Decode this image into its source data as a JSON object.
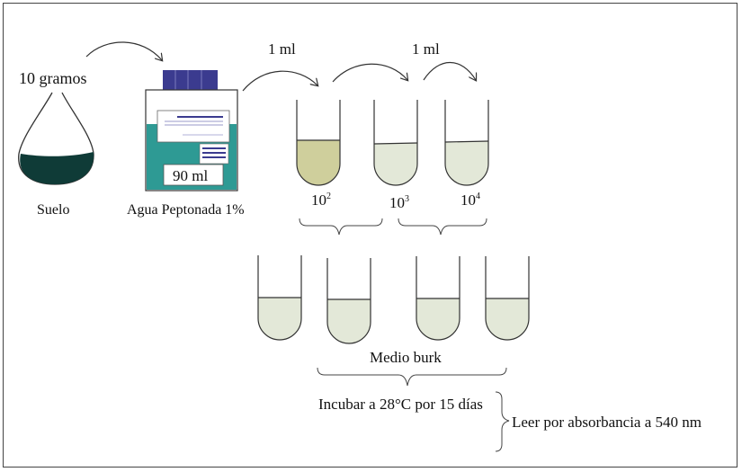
{
  "labels": {
    "soil_mass": "10 gramos",
    "soil": "Suelo",
    "peptone_volume": "90 ml",
    "peptone_water": "Agua Peptonada 1%",
    "transfer_1": "1 ml",
    "transfer_2": "1 ml",
    "dilution_2_base": "10",
    "dilution_2_exp": "2",
    "dilution_3_base": "10",
    "dilution_3_exp": "3",
    "dilution_4_base": "10",
    "dilution_4_exp": "4",
    "medium": "Medio burk",
    "incubate": "Incubar a 28°C por 15 días",
    "read": "Leer por absorbancia a 540 nm"
  },
  "colors": {
    "soil_fill": "#0f3b37",
    "bottle_liquid": "#2e9a94",
    "bottle_cap": "#3b3b8f",
    "tube_first": "#cfcf9c",
    "tube_light": "#e3e8d8",
    "outline": "#333333"
  }
}
